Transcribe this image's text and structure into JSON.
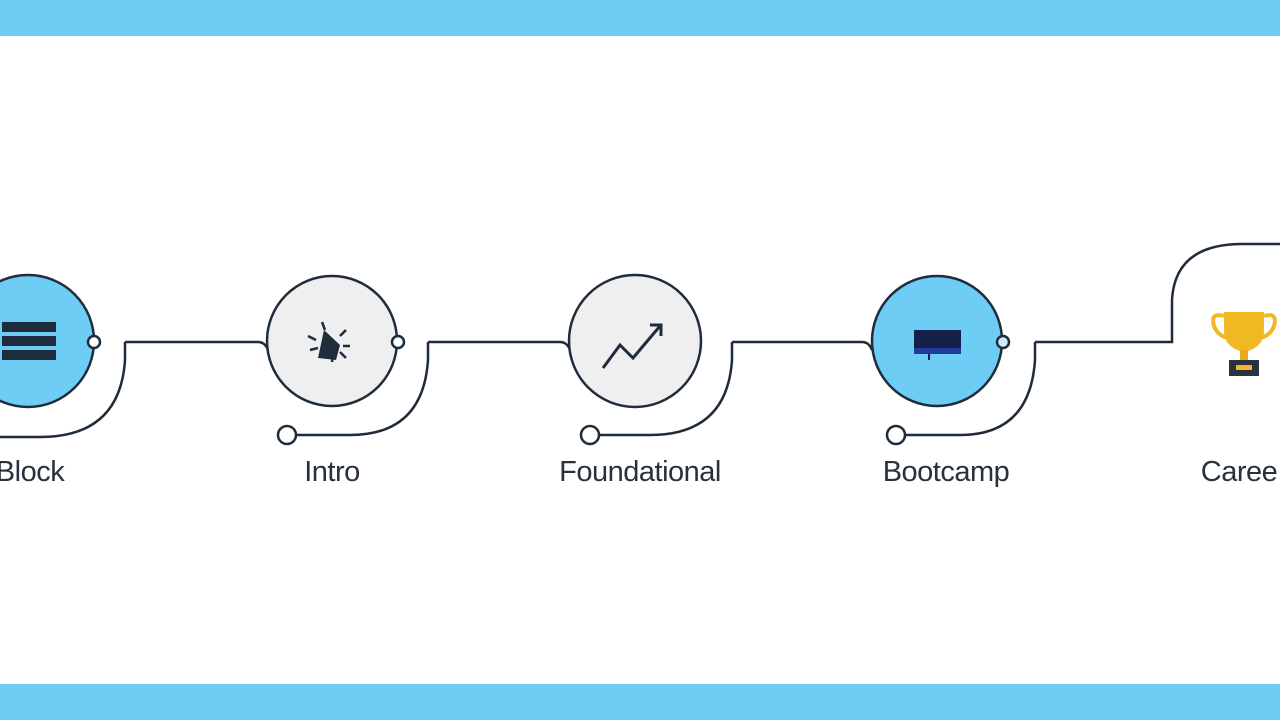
{
  "colors": {
    "accent": "#6dcdf5",
    "node_gray": "#efefef",
    "stroke": "#1f2c3b",
    "trophy": "#f2b824"
  },
  "steps": [
    {
      "label": "Block",
      "icon": "list-bars-icon",
      "active": true
    },
    {
      "label": "Intro",
      "icon": "megaphone-burst-icon",
      "active": false
    },
    {
      "label": "Foundational",
      "icon": "trend-arrow-icon",
      "active": false
    },
    {
      "label": "Bootcamp",
      "icon": "monitor-icon",
      "active": true
    },
    {
      "label": "Caree",
      "icon": "trophy-icon",
      "active": false
    }
  ]
}
